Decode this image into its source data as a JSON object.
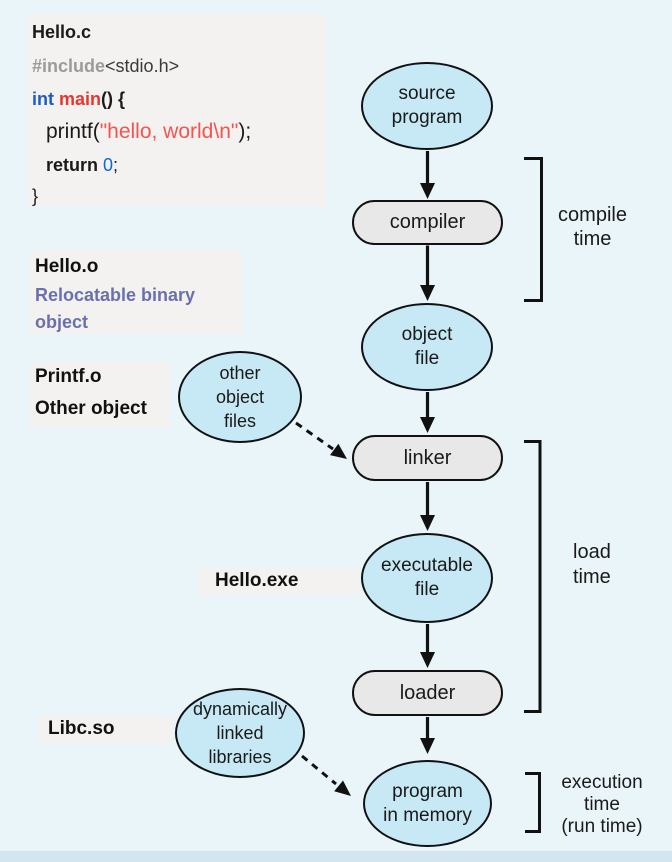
{
  "colors": {
    "background": "#eaf5fa",
    "panel_gray": "#f3f2f1",
    "node_blue_fill": "#c7e8f5",
    "node_gray_fill": "#e8e8e8",
    "node_stroke": "#111111",
    "desc_purple": "#6a70ad",
    "code_keyword_gray": "#9b9b9b",
    "code_keyword_blue": "#1b5cc8",
    "code_keyword_red": "#e8352e",
    "code_string_red": "#f5544d",
    "code_number_blue": "#0b68d8",
    "bottom_strip": "#d3e5ef"
  },
  "code_block": {
    "filename": "Hello.c",
    "include_kw": "#include",
    "include_header": "<stdio.h>",
    "int_kw": "int ",
    "main_fn": "main",
    "main_rest": "() {",
    "printf_fn": "printf",
    "printf_open": "(",
    "printf_string": "\"hello, world\\n\"",
    "printf_close": ");",
    "return_kw": "return ",
    "return_val": "0",
    "return_semi": ";",
    "closing_brace": "}"
  },
  "side_labels": {
    "hello_o_title": "Hello.o",
    "hello_o_desc": "Relocatable binary object",
    "printf_o_title": "Printf.o",
    "printf_o_desc": "Other object",
    "hello_exe": "Hello.exe",
    "libc_so": "Libc.so"
  },
  "flow_nodes": {
    "source": "source\nprogram",
    "compiler": "compiler",
    "object_file": "object\nfile",
    "linker": "linker",
    "executable": "executable\nfile",
    "loader": "loader",
    "program_in_memory": "program\nin memory",
    "other_object_files": "other\nobject\nfiles",
    "dynamic_libraries": "dynamically\nlinked\nlibraries"
  },
  "phase_labels": {
    "compile": "compile\ntime",
    "load": "load\ntime",
    "execution": "execution\ntime\n(run time)"
  }
}
